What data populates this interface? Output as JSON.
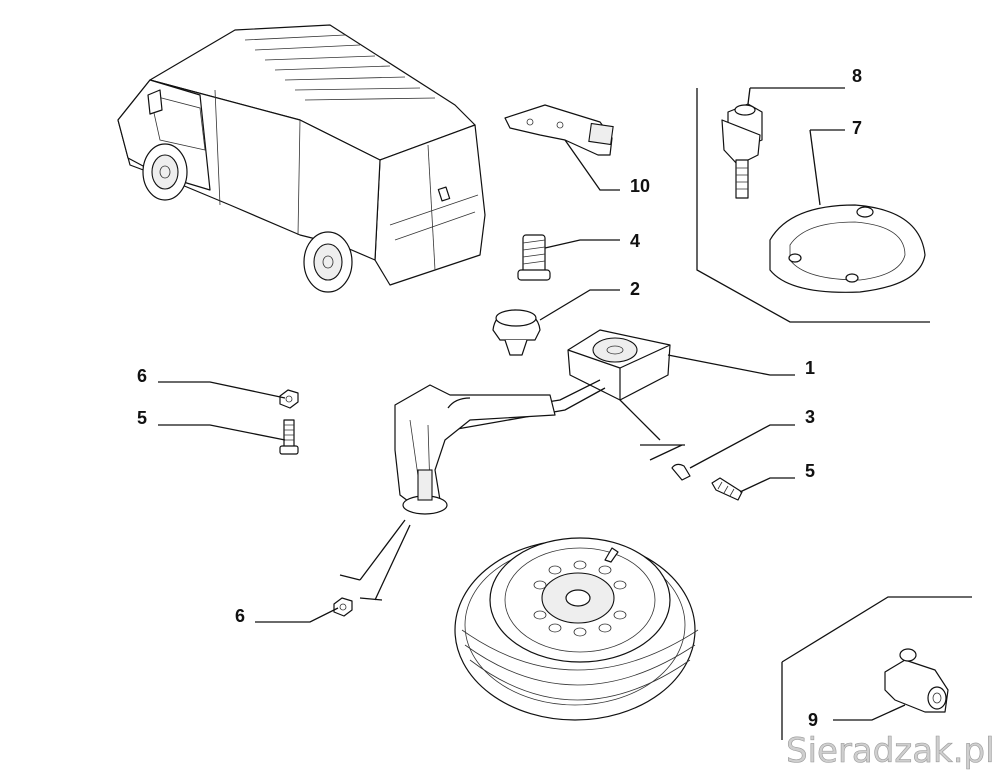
{
  "callouts": [
    {
      "id": "1",
      "label": "1"
    },
    {
      "id": "2",
      "label": "2"
    },
    {
      "id": "3",
      "label": "3"
    },
    {
      "id": "4",
      "label": "4"
    },
    {
      "id": "5a",
      "label": "5"
    },
    {
      "id": "5b",
      "label": "5"
    },
    {
      "id": "6a",
      "label": "6"
    },
    {
      "id": "6b",
      "label": "6"
    },
    {
      "id": "7",
      "label": "7"
    },
    {
      "id": "8",
      "label": "8"
    },
    {
      "id": "9",
      "label": "9"
    },
    {
      "id": "10",
      "label": "10"
    }
  ],
  "watermark": "Sieradzak.pl"
}
